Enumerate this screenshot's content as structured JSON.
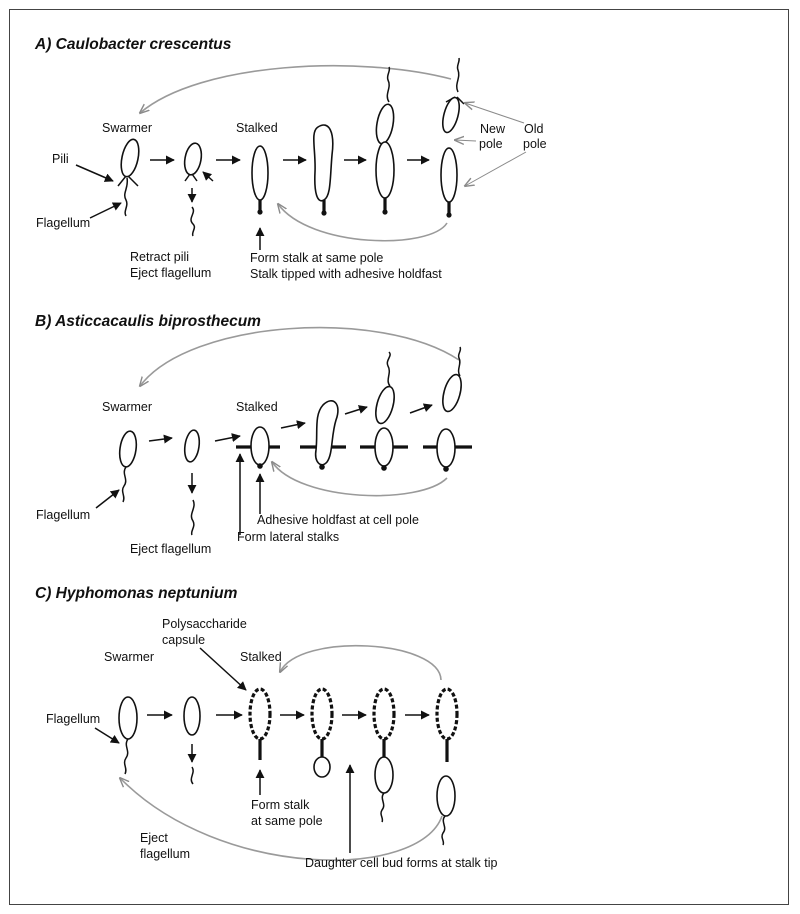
{
  "panel_a": {
    "title": "A) Caulobacter crescentus",
    "swarmer": "Swarmer",
    "stalked": "Stalked",
    "pili": "Pili",
    "flagellum": "Flagellum",
    "retract_pili": "Retract pili",
    "eject_flagellum": "Eject flagellum",
    "form_stalk": "Form stalk at same pole",
    "stalk_tipped": "Stalk tipped with adhesive holdfast",
    "new_pole_1": "New",
    "new_pole_2": "pole",
    "old_pole_1": "Old",
    "old_pole_2": "pole"
  },
  "panel_b": {
    "title": "B) Asticcacaulis biprosthecum",
    "swarmer": "Swarmer",
    "stalked": "Stalked",
    "flagellum": "Flagellum",
    "eject_flagellum": "Eject flagellum",
    "adhesive_holdfast": "Adhesive holdfast at cell pole",
    "lateral_stalks": "Form lateral stalks"
  },
  "panel_c": {
    "title": "C) Hyphomonas neptunium",
    "capsule_1": "Polysaccharide",
    "capsule_2": "capsule",
    "swarmer": "Swarmer",
    "stalked": "Stalked",
    "flagellum": "Flagellum",
    "form_stalk_1": "Form stalk",
    "form_stalk_2": "at same pole",
    "eject_1": "Eject",
    "eject_2": "flagellum",
    "daughter_bud": "Daughter cell bud forms at stalk tip"
  },
  "colors": {
    "ink": "#111111",
    "cycle_arrow": "#9a9a9a",
    "frame": "#444444"
  }
}
